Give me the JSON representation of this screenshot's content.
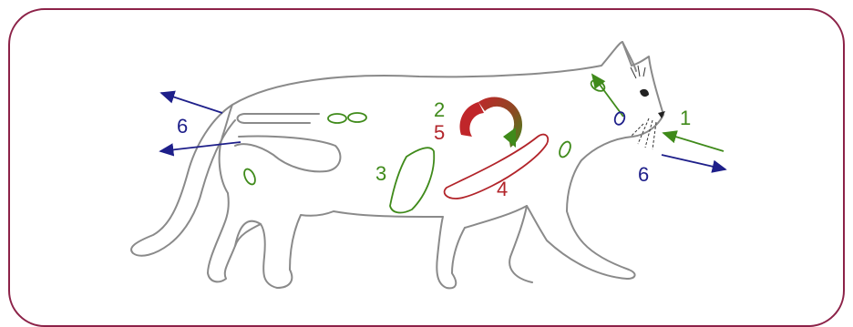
{
  "diagram": {
    "labels": [
      {
        "id": "label-1",
        "text": "1"
      },
      {
        "id": "label-2",
        "text": "2"
      },
      {
        "id": "label-3",
        "text": "3"
      },
      {
        "id": "label-4",
        "text": "4"
      },
      {
        "id": "label-5",
        "text": "5"
      },
      {
        "id": "label-6-left",
        "text": "6"
      },
      {
        "id": "label-6-right",
        "text": "6"
      }
    ],
    "colors": {
      "frame": "#8c2248",
      "outline": "#8a8a8a",
      "green": "#3f8a1a",
      "red": "#b2242a",
      "blue": "#1e1f8a"
    }
  }
}
